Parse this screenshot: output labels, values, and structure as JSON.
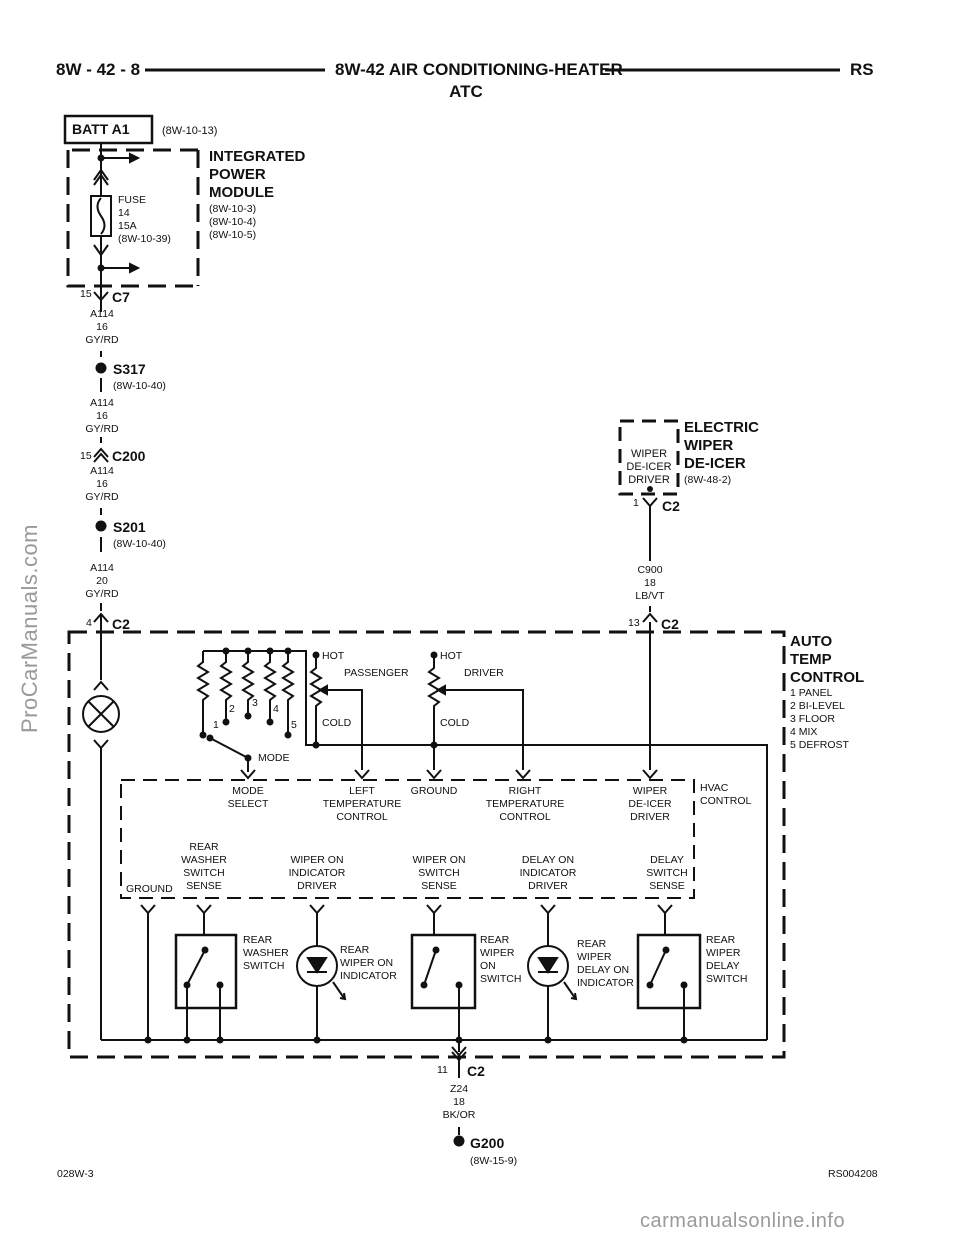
{
  "header": {
    "left": "8W - 42 - 8",
    "title": "8W-42 AIR CONDITIONING-HEATER",
    "subtitle": "ATC",
    "right": "RS"
  },
  "batt": {
    "label": "BATT A1",
    "ref": "(8W-10-13)"
  },
  "ipm": {
    "title": "INTEGRATED\nPOWER\nMODULE",
    "refs": "(8W-10-3)\n(8W-10-4)\n(8W-10-5)",
    "fuse": "FUSE\n14\n15A\n(8W-10-39)"
  },
  "connectors": {
    "c7": {
      "name": "C7",
      "pin": "15"
    },
    "c200": {
      "name": "C200",
      "pin": "15"
    },
    "c2_4": {
      "name": "C2",
      "pin": "4"
    },
    "c2_13": {
      "name": "C2",
      "pin": "13"
    },
    "c2_1": {
      "name": "C2",
      "pin": "1"
    },
    "c2_11": {
      "name": "C2",
      "pin": "11"
    }
  },
  "wires": {
    "w1": "A114\n16\nGY/RD",
    "w2": "A114\n16\nGY/RD",
    "w3": "A114\n16\nGY/RD",
    "w4": "A114\n20\nGY/RD",
    "w5": "C900\n18\nLB/VT",
    "w6": "Z24\n18\nBK/OR"
  },
  "splices": {
    "s317": {
      "name": "S317",
      "ref": "(8W-10-40)"
    },
    "s201": {
      "name": "S201",
      "ref": "(8W-10-40)"
    }
  },
  "wiper_deicer": {
    "title": "ELECTRIC\nWIPER\nDE-ICER",
    "ref": "(8W-48-2)",
    "inner": "WIPER\nDE-ICER\nDRIVER"
  },
  "atc": {
    "title": "AUTO\nTEMP\nCONTROL",
    "legend": "1 PANEL\n2 BI-LEVEL\n3 FLOOR\n4 MIX\n5 DEFROST"
  },
  "mode": {
    "label": "MODE",
    "pins": [
      "1",
      "2",
      "3",
      "4",
      "5"
    ]
  },
  "temp": {
    "hot": "HOT",
    "cold": "COLD",
    "passenger": "PASSENGER",
    "driver": "DRIVER"
  },
  "hvac": {
    "title": "HVAC\nCONTROL",
    "row1": [
      "MODE\nSELECT",
      "LEFT\nTEMPERATURE\nCONTROL",
      "GROUND",
      "RIGHT\nTEMPERATURE\nCONTROL",
      "WIPER\nDE-ICER\nDRIVER"
    ],
    "row2": [
      "GROUND",
      "REAR\nWASHER\nSWITCH\nSENSE",
      "WIPER ON\nINDICATOR\nDRIVER",
      "WIPER ON\nSWITCH\nSENSE",
      "DELAY ON\nINDICATOR\nDRIVER",
      "DELAY\nSWITCH\nSENSE"
    ]
  },
  "components": [
    "REAR\nWASHER\nSWITCH",
    "REAR\nWIPER ON\nINDICATOR",
    "REAR\nWIPER\nON\nSWITCH",
    "REAR\nWIPER\nDELAY ON\nINDICATOR",
    "REAR\nWIPER\nDELAY\nSWITCH"
  ],
  "ground": {
    "name": "G200",
    "ref": "(8W-15-9)"
  },
  "footer": {
    "left": "028W-3",
    "right": "RS004208"
  },
  "watermarks": {
    "side": "ProCarManuals.com",
    "bottom": "carmanualsonline.info"
  }
}
